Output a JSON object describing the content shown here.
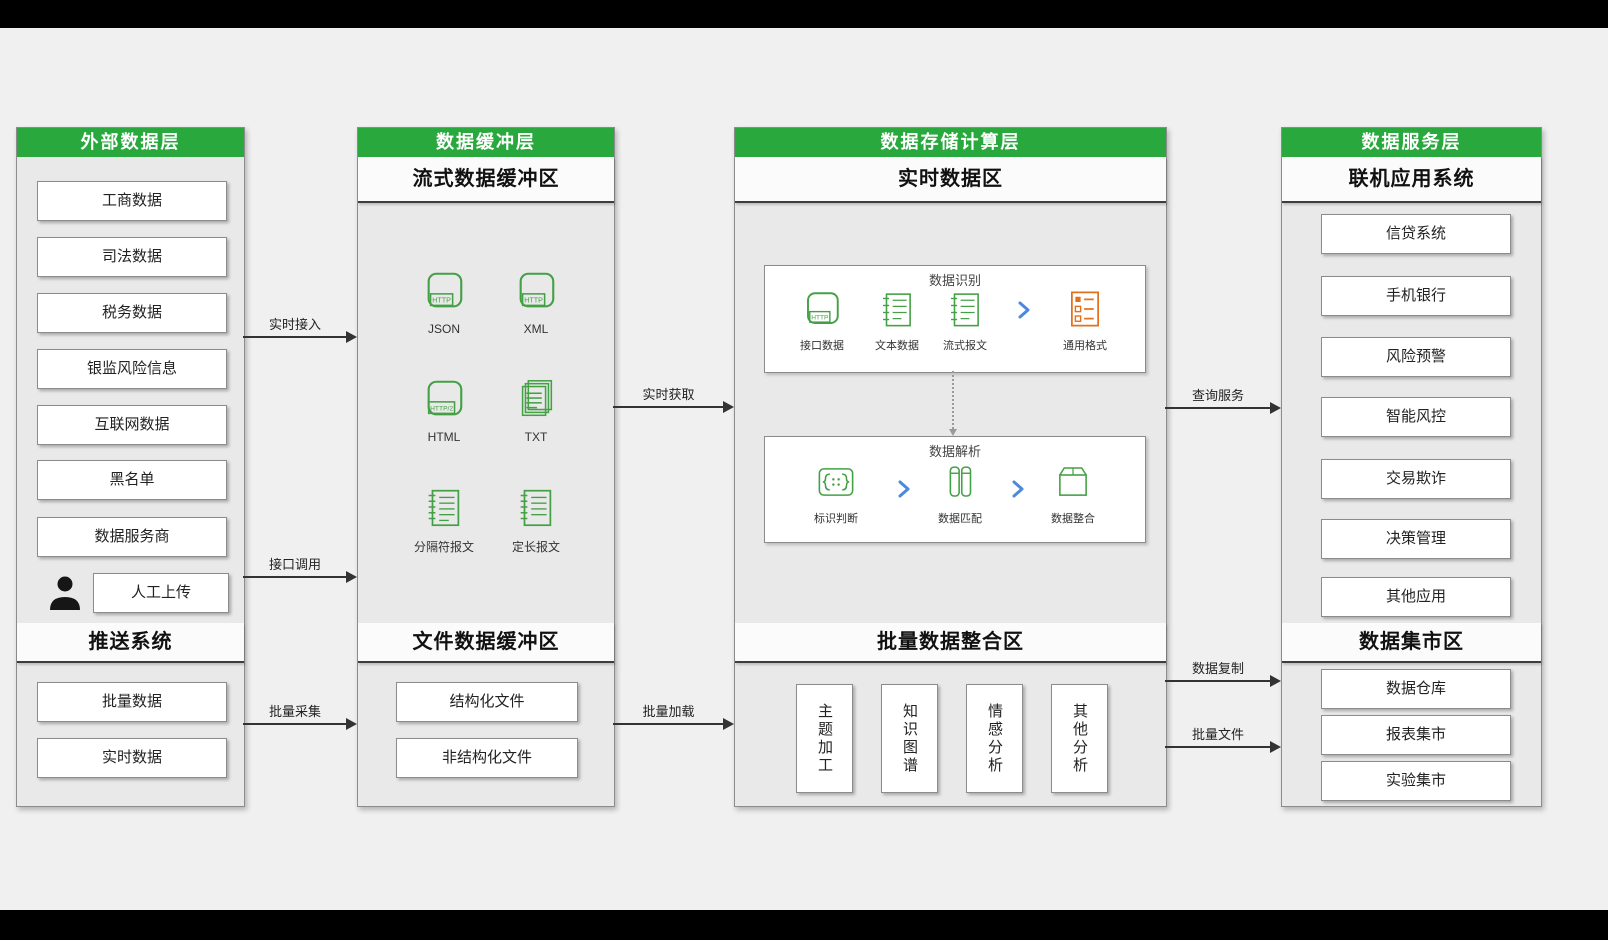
{
  "external": {
    "header": "外部数据层",
    "items": [
      "工商数据",
      "司法数据",
      "税务数据",
      "银监风险信息",
      "互联网数据",
      "黑名单",
      "数据服务商"
    ],
    "upload": "人工上传",
    "push": {
      "title": "推送系统",
      "items": [
        "批量数据",
        "实时数据"
      ]
    }
  },
  "buffer": {
    "header": "数据缓冲层",
    "stream": {
      "title": "流式数据缓冲区",
      "icons": [
        {
          "label": "JSON",
          "icon": "http-file"
        },
        {
          "label": "XML",
          "icon": "http-file"
        },
        {
          "label": "HTML",
          "icon": "http2-file"
        },
        {
          "label": "TXT",
          "icon": "doc-stack"
        },
        {
          "label": "分隔符报文",
          "icon": "notebook"
        },
        {
          "label": "定长报文",
          "icon": "notebook"
        }
      ],
      "badges": {
        "http": "HTTP",
        "http2": "HTTP/2"
      }
    },
    "file": {
      "title": "文件数据缓冲区",
      "items": [
        "结构化文件",
        "非结构化文件"
      ]
    }
  },
  "storage": {
    "header": "数据存储计算层",
    "realtime": {
      "title": "实时数据区",
      "recognition": {
        "title": "数据识别",
        "items": [
          "接口数据",
          "文本数据",
          "流式报文",
          "通用格式"
        ]
      },
      "parsing": {
        "title": "数据解析",
        "items": [
          "标识判断",
          "数据匹配",
          "数据整合"
        ]
      }
    },
    "batch": {
      "title": "批量数据整合区",
      "items": [
        "主题加工",
        "知识图谱",
        "情感分析",
        "其他分析"
      ]
    }
  },
  "service": {
    "header": "数据服务层",
    "online": {
      "title": "联机应用系统",
      "items": [
        "信贷系统",
        "手机银行",
        "风险预警",
        "智能风控",
        "交易欺诈",
        "决策管理",
        "其他应用"
      ]
    },
    "mart": {
      "title": "数据集市区",
      "items": [
        "数据仓库",
        "报表集市",
        "实验集市"
      ]
    }
  },
  "arrows": [
    "实时接入",
    "接口调用",
    "批量采集",
    "实时获取",
    "批量加载",
    "查询服务",
    "数据复制",
    "批量文件"
  ],
  "colors": {
    "header-green": "#29a83e",
    "icon-green": "#44a045",
    "icon-orange": "#e2711d",
    "chevron-blue": "#4a89dc",
    "arrow-dark": "#333333"
  }
}
